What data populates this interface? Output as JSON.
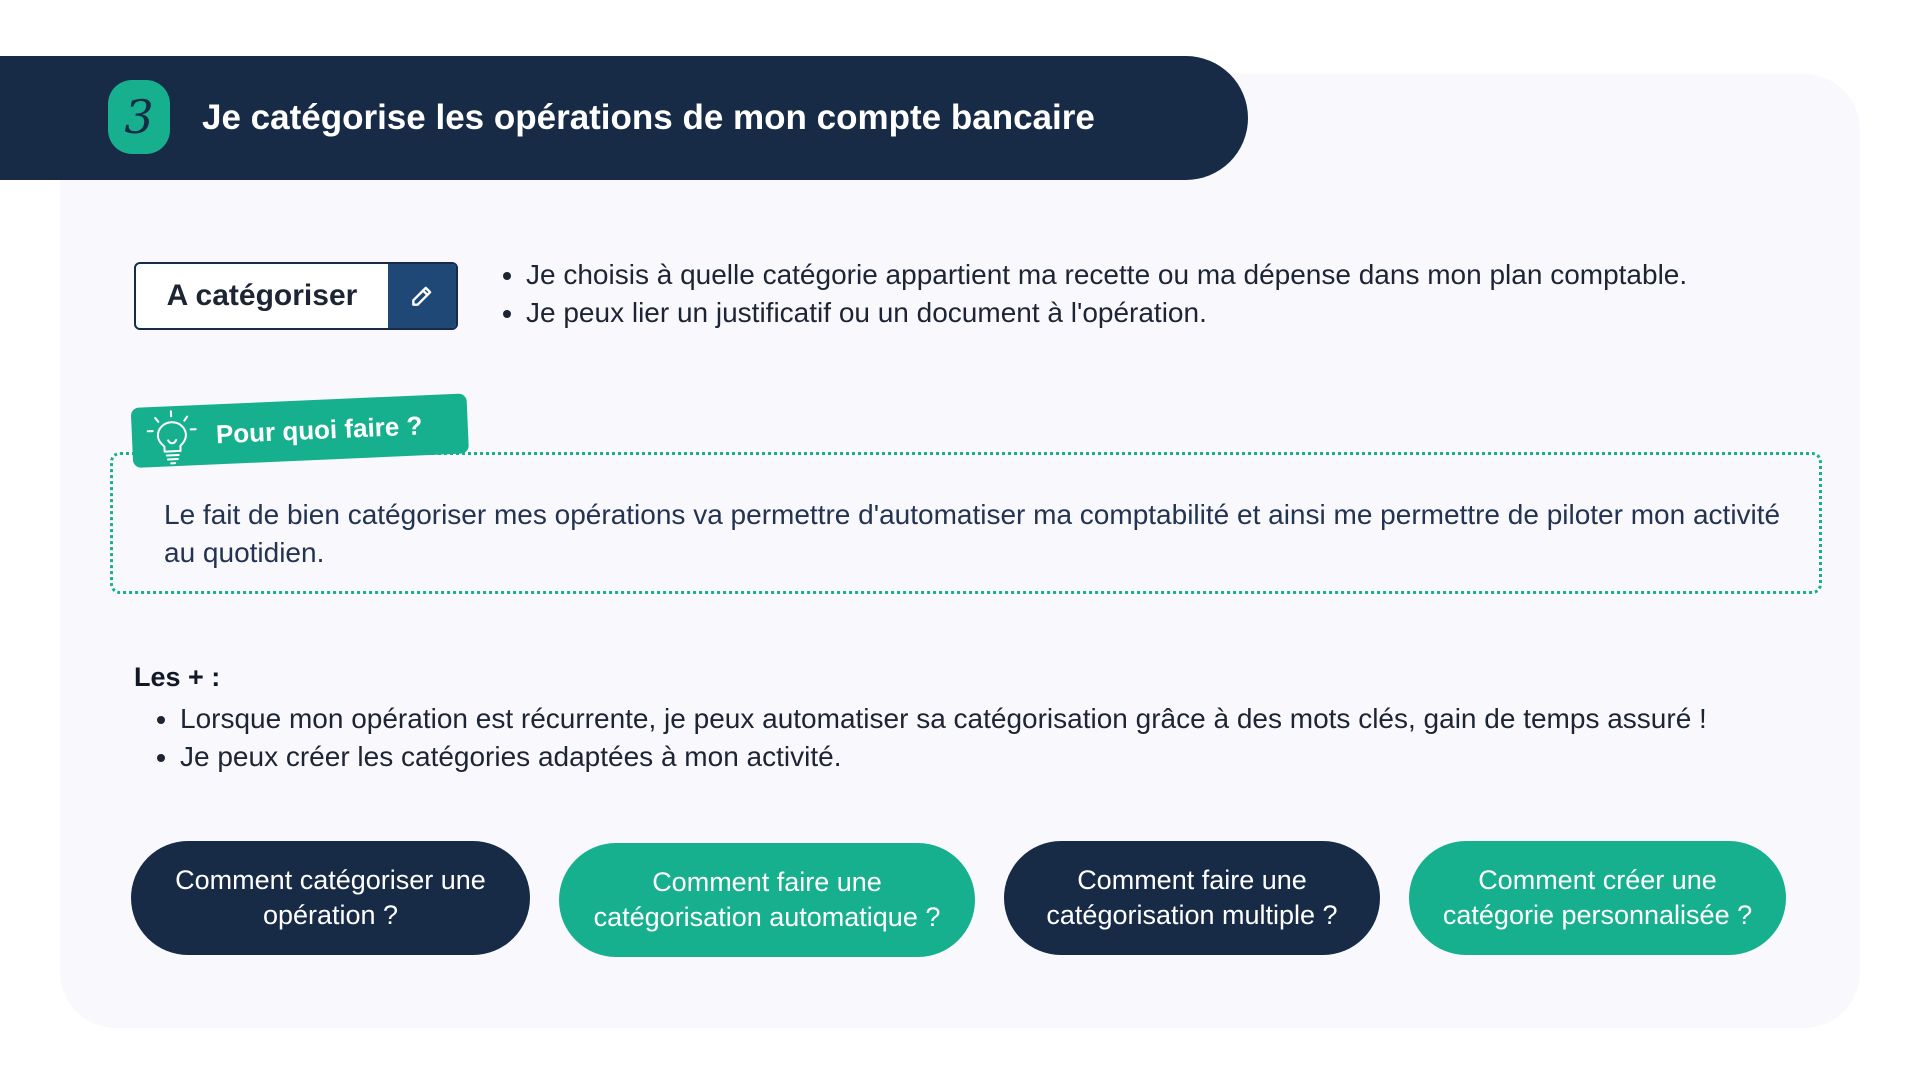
{
  "header": {
    "step_number": "3",
    "title": "Je catégorise les opérations de mon compte bancaire"
  },
  "categorize_widget": {
    "label": "A catégoriser",
    "edit_icon": "pencil-icon"
  },
  "intro_bullets": [
    "Je choisis à quelle catégorie appartient ma recette ou ma dépense dans mon plan comptable.",
    "Je peux lier un justificatif ou un document à l'opération."
  ],
  "tip": {
    "tag_label": "Pour quoi faire ?",
    "icon": "lightbulb-icon",
    "text": "Le fait de bien catégoriser mes opérations va permettre d'automatiser ma comptabilité et ainsi me permettre de piloter mon activité au quotidien."
  },
  "plus": {
    "title": "Les + :",
    "items": [
      "Lorsque mon opération est récurrente, je peux automatiser sa catégorisation grâce à des mots clés, gain de temps assuré !",
      "Je peux créer les catégories adaptées à mon activité."
    ]
  },
  "buttons": [
    "Comment catégoriser une opération ?",
    "Comment faire une catégorisation automatique ?",
    "Comment faire une catégorisation multiple ?",
    "Comment créer une catégorie personnalisée ?"
  ],
  "colors": {
    "navy": "#172b47",
    "teal": "#17b08e",
    "edit_blue": "#1f4876",
    "card_bg": "#f8f8fd"
  }
}
